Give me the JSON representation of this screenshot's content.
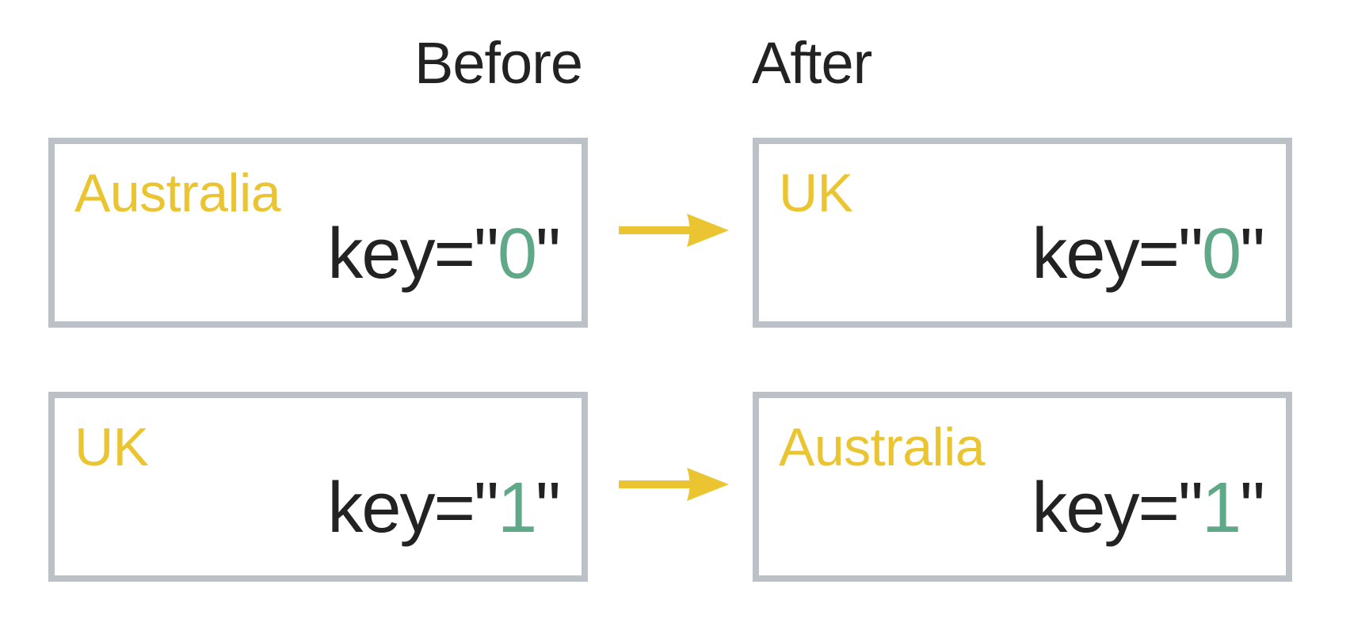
{
  "headers": {
    "before": "Before",
    "after": "After"
  },
  "rows": [
    {
      "before": {
        "country": "Australia",
        "key_prefix": "key=\"",
        "key_value": "0",
        "key_suffix": "\""
      },
      "after": {
        "country": "UK",
        "key_prefix": "key=\"",
        "key_value": "0",
        "key_suffix": "\""
      }
    },
    {
      "before": {
        "country": "UK",
        "key_prefix": "key=\"",
        "key_value": "1",
        "key_suffix": "\""
      },
      "after": {
        "country": "Australia",
        "key_prefix": "key=\"",
        "key_value": "1",
        "key_suffix": "\""
      }
    }
  ],
  "icons": {
    "arrow": "arrow-right-icon"
  },
  "colors": {
    "country_text": "#EBC531",
    "key_value": "#5FA888",
    "key_text": "#222222",
    "card_border": "#BCC0C7",
    "arrow": "#EBC531"
  }
}
